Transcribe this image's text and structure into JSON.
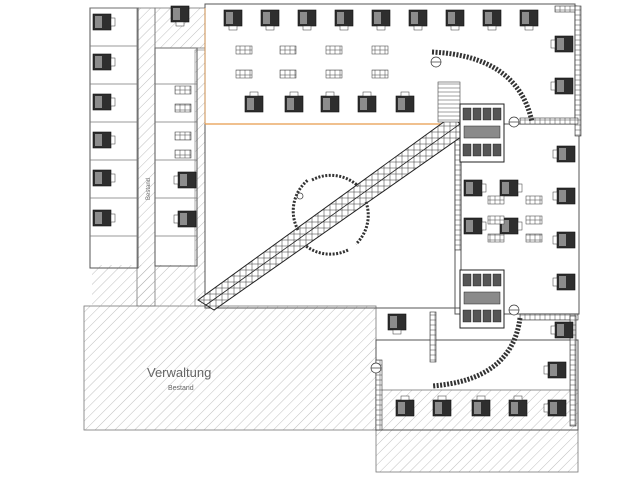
{
  "labels": {
    "main_building": "Verwaltung",
    "main_building_sub": "Bestand",
    "corridor_vertical": "Bestand"
  },
  "colors": {
    "line": "#555555",
    "hatch": "#9a9a9a",
    "desk_dark": "#2e2e2e",
    "desk_mid": "#8c8c8c",
    "partition": "#e89a4a"
  },
  "icons": {
    "desk": "workstation-icon",
    "table": "conference-table-icon",
    "lamp": "ceiling-fixture-icon",
    "stair": "staircase-icon",
    "wc": "wc-fixture-icon"
  }
}
